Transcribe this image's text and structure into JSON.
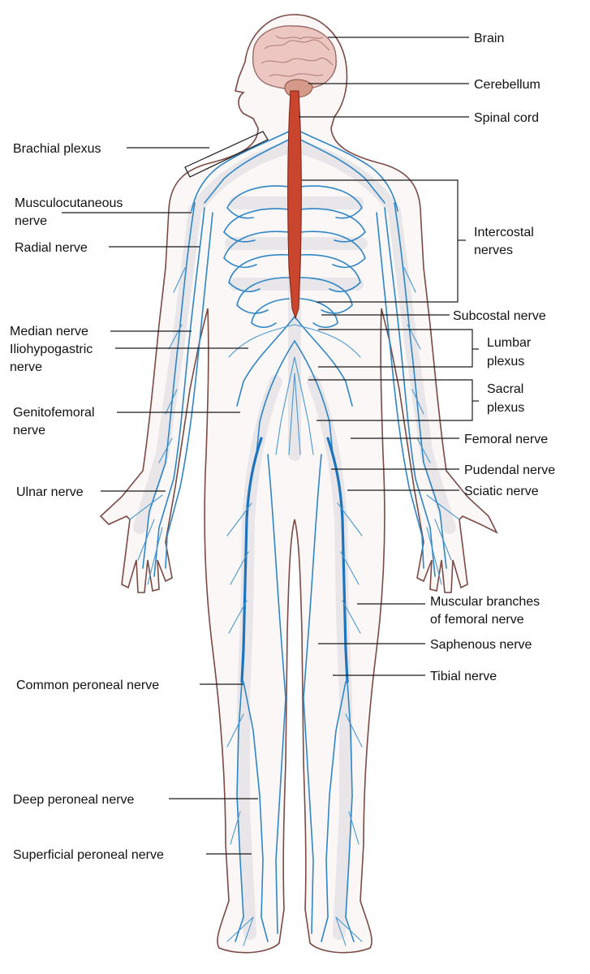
{
  "colors": {
    "nerve": "#2f86c5",
    "spinal_cord": "#c9452e",
    "brain": "#ecc7c1",
    "body_outline": "#7a4a45",
    "label_text": "#111111"
  },
  "labels": {
    "brain": "Brain",
    "cerebellum": "Cerebellum",
    "spinal_cord": "Spinal cord",
    "brachial_plexus": "Brachial plexus",
    "musculocutaneous_1": "Musculocutaneous",
    "musculocutaneous_2": "nerve",
    "radial_nerve": "Radial nerve",
    "intercostal_1": "Intercostal",
    "intercostal_2": "nerves",
    "subcostal_nerve": "Subcostal nerve",
    "median_nerve": "Median nerve",
    "iliohypogastric_1": "Iliohypogastric",
    "iliohypogastric_2": "nerve",
    "lumbar_1": "Lumbar",
    "lumbar_2": "plexus",
    "sacral_1": "Sacral",
    "sacral_2": "plexus",
    "genitofemoral_1": "Genitofemoral",
    "genitofemoral_2": "nerve",
    "femoral_nerve": "Femoral nerve",
    "pudendal_nerve": "Pudendal nerve",
    "ulnar_nerve": "Ulnar nerve",
    "sciatic_nerve": "Sciatic nerve",
    "muscular_branches_1": "Muscular branches",
    "muscular_branches_2": "of femoral nerve",
    "saphenous_nerve": "Saphenous nerve",
    "common_peroneal_nerve": "Common peroneal nerve",
    "tibial_nerve": "Tibial nerve",
    "deep_peroneal_nerve": "Deep peroneal nerve",
    "superficial_peroneal_nerve": "Superficial peroneal nerve"
  }
}
